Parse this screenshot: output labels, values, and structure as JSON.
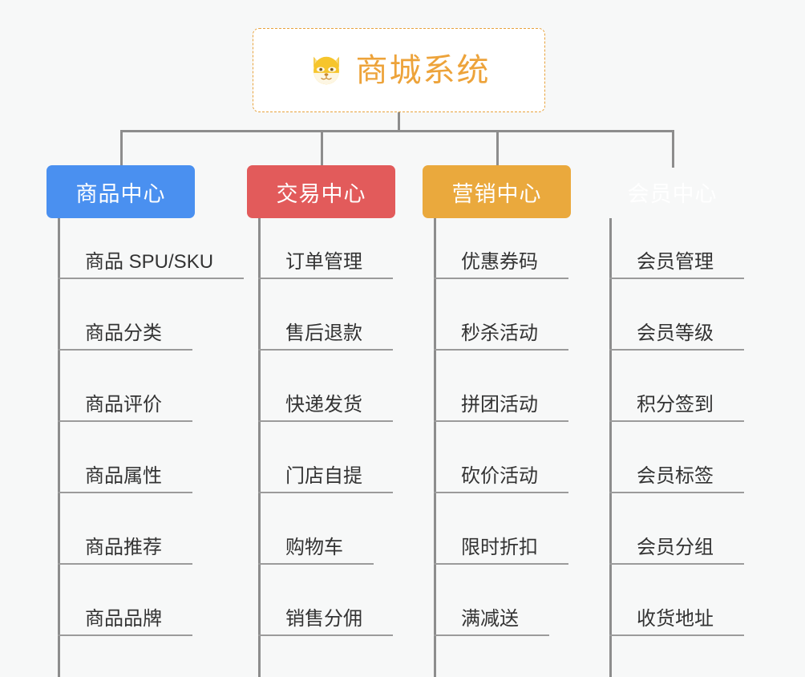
{
  "diagram": {
    "title": "商城系统",
    "icon": "shiba-dog-emoji",
    "root": {
      "label": "商城系统",
      "border_color": "#e8a33d",
      "text_color": "#eda33a",
      "background": "#ffffff"
    },
    "connector_color": "#8d8d8d",
    "background": "#f7f8f8",
    "columns": [
      {
        "label": "商品中心",
        "color": "#4a90f0",
        "items": [
          "商品 SPU/SKU",
          "商品分类",
          "商品评价",
          "商品属性",
          "商品推荐",
          "商品品牌"
        ]
      },
      {
        "label": "交易中心",
        "color": "#e25b5b",
        "items": [
          "订单管理",
          "售后退款",
          "快递发货",
          "门店自提",
          "购物车",
          "销售分佣"
        ]
      },
      {
        "label": "营销中心",
        "color": "#eaa93d",
        "items": [
          "优惠券码",
          "秒杀活动",
          "拼团活动",
          "砍价活动",
          "限时折扣",
          "满减送"
        ]
      },
      {
        "label": "会员中心",
        "color": "#79c council",
        "items": [
          "会员管理",
          "会员等级",
          "积分签到",
          "会员标签",
          "会员分组",
          "收货地址"
        ]
      }
    ]
  }
}
